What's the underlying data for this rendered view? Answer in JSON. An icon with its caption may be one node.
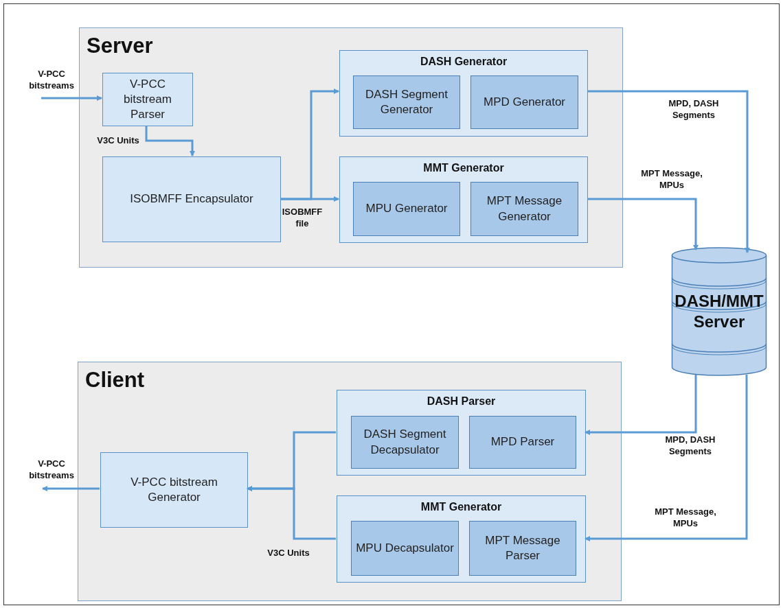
{
  "diagram": {
    "nodes": [
      {
        "text": [
          "Server"
        ]
      },
      {
        "text": [
          "V-PCC bitstream Parser"
        ],
        "in": 0
      },
      {
        "text": [
          "ISOBMFF Encapsulator"
        ],
        "in": 0
      },
      {
        "text": [
          "DASH Generator"
        ],
        "in": 0
      },
      {
        "text": [
          "DASH Segment Generator"
        ],
        "in": 3
      },
      {
        "text": [
          "MPD Generator"
        ],
        "in": 3
      },
      {
        "text": [
          "MMT Generator"
        ],
        "in": 0
      },
      {
        "text": [
          "MPU Generator"
        ],
        "in": 6
      },
      {
        "text": [
          "MPT Message Generator"
        ],
        "in": 6
      },
      {
        "text": [
          "DASH/MMT Server"
        ]
      },
      {
        "text": [
          "Client"
        ]
      },
      {
        "text": [
          "DASH Parser"
        ],
        "in": 10
      },
      {
        "text": [
          "DASH Segment Decapsulator"
        ],
        "in": 11
      },
      {
        "text": [
          "MPD Parser"
        ],
        "in": 11
      },
      {
        "text": [
          "MMT Generator"
        ],
        "in": 10
      },
      {
        "text": [
          "MPU Decapsulator"
        ],
        "in": 14
      },
      {
        "text": [
          "MPT Message Parser"
        ],
        "in": 14
      },
      {
        "text": [
          "V-PCC bitstream Generator"
        ],
        "in": 10
      }
    ],
    "edges": [
      {
        "from": null,
        "to": 1,
        "arrow": "to",
        "label": "V-PCC bitstreams"
      },
      {
        "from": 1,
        "to": 2,
        "arrow": "to",
        "label": "V3C Units"
      },
      {
        "from": 2,
        "to": 3,
        "arrow": "to"
      },
      {
        "from": 2,
        "to": 6,
        "arrow": "to",
        "label": "ISOBMFF file"
      },
      {
        "from": 3,
        "to": 9,
        "arrow": "to",
        "label": "MPD, DASH Segments"
      },
      {
        "from": 6,
        "to": 9,
        "arrow": "to",
        "label": "MPT Message, MPUs"
      },
      {
        "from": 9,
        "to": 11,
        "arrow": "to",
        "label": "MPD, DASH Segments"
      },
      {
        "from": 9,
        "to": 14,
        "arrow": "to",
        "label": "MPT Message, MPUs"
      },
      {
        "from": 11,
        "to": 17,
        "arrow": "to"
      },
      {
        "from": 14,
        "to": 17,
        "arrow": "to",
        "label": "V3C Units"
      },
      {
        "from": 17,
        "to": null,
        "arrow": "to",
        "label": "V-PCC bitstreams"
      }
    ]
  }
}
